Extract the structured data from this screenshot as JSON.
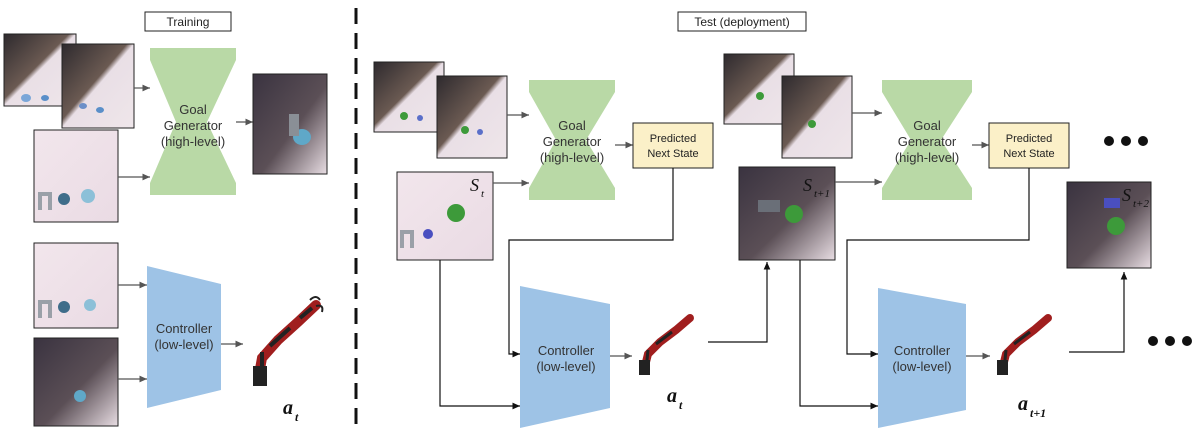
{
  "headers": {
    "training": "Training",
    "test": "Test (deployment)"
  },
  "blocks": {
    "goal_generator": [
      "Goal",
      "Generator",
      "(high-level)"
    ],
    "controller": [
      "Controller",
      "(low-level)"
    ],
    "predicted": [
      "Predicted",
      "Next State"
    ]
  },
  "state_labels": {
    "s": "S",
    "a": "a",
    "t": "t",
    "t1": "t+1",
    "t2": "t+2"
  },
  "colors": {
    "goal_generator": "#b9d9a6",
    "controller": "#9ec3e6",
    "predicted_fill": "#fbf0c8",
    "arrow": "#555555"
  }
}
